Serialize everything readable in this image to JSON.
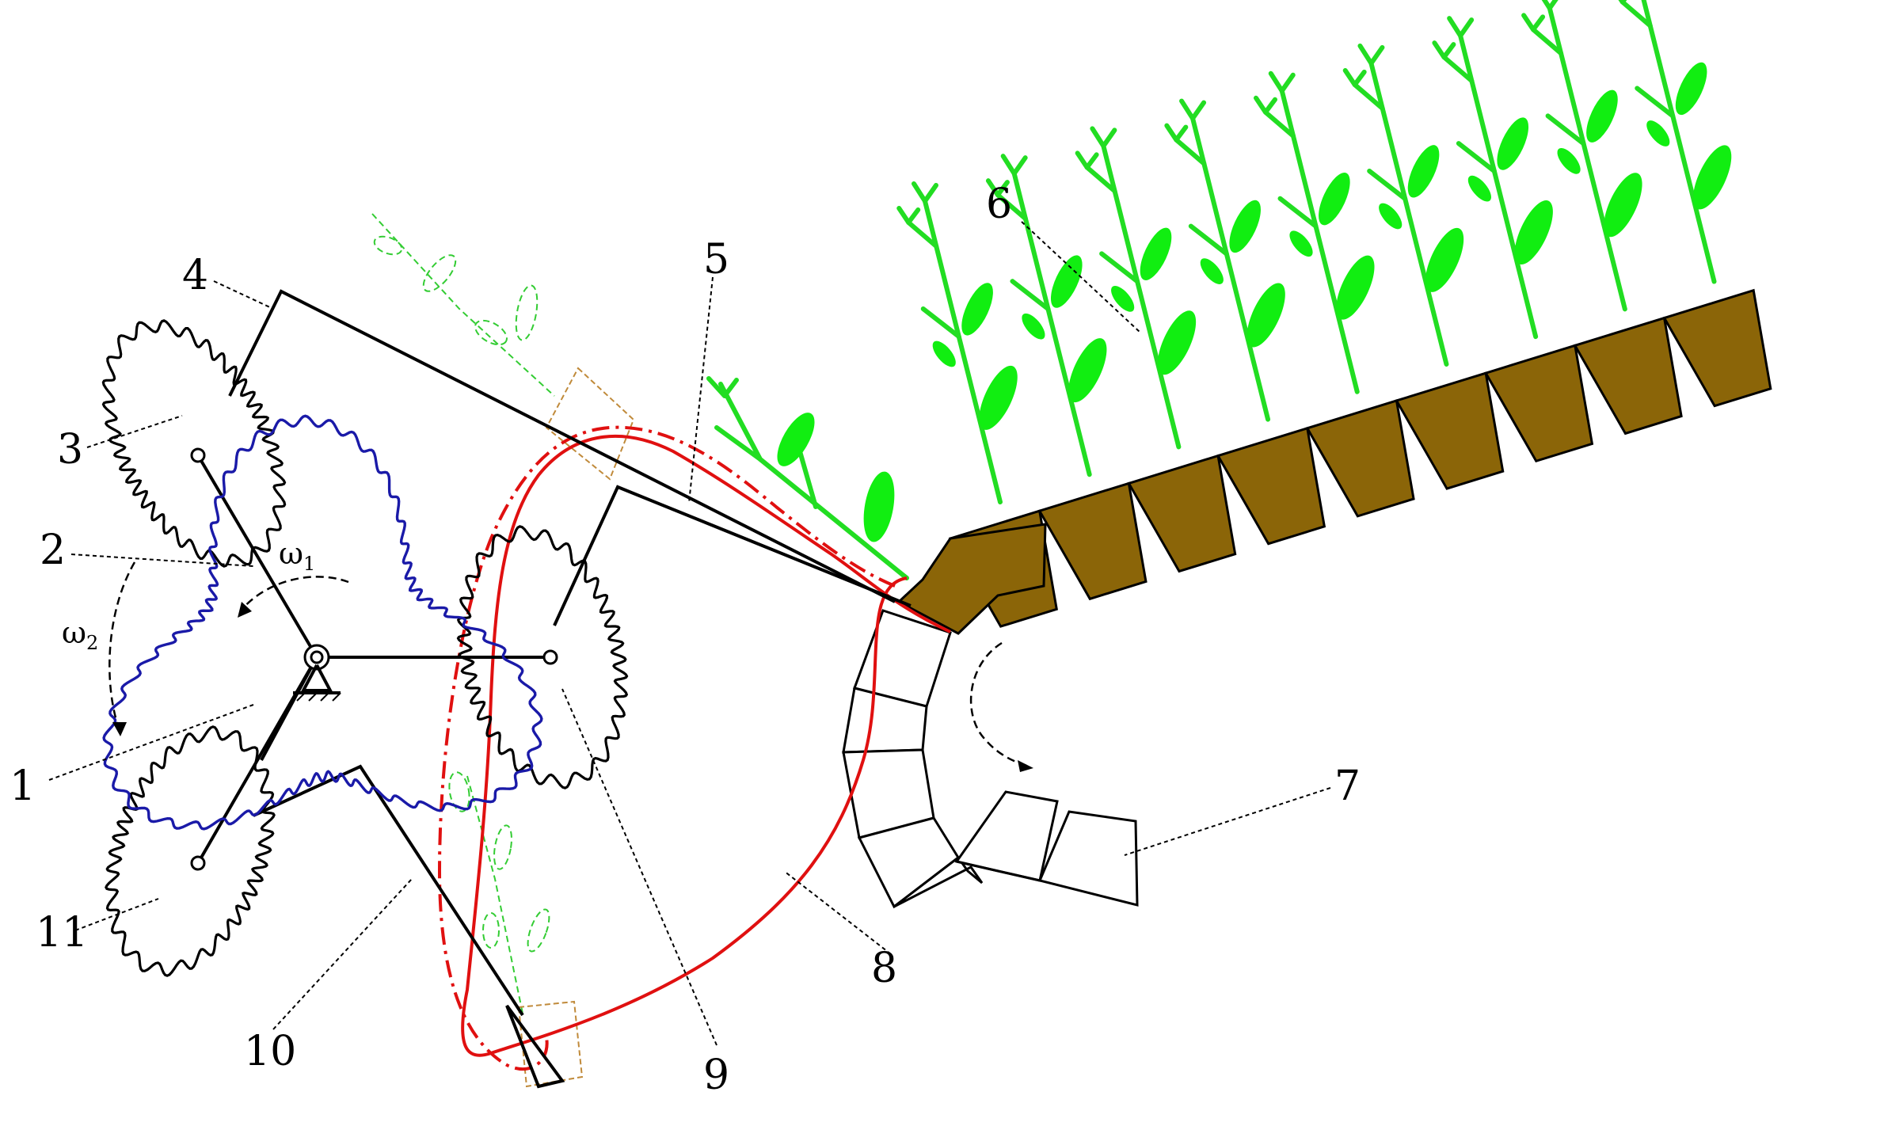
{
  "labels": [
    {
      "id": "label-1",
      "text": "1"
    },
    {
      "id": "label-2",
      "text": "2"
    },
    {
      "id": "label-3",
      "text": "3"
    },
    {
      "id": "label-4",
      "text": "4"
    },
    {
      "id": "label-5",
      "text": "5"
    },
    {
      "id": "label-6",
      "text": "6"
    },
    {
      "id": "label-7",
      "text": "7"
    },
    {
      "id": "label-8",
      "text": "8"
    },
    {
      "id": "label-9",
      "text": "9"
    },
    {
      "id": "label-10",
      "text": "10"
    },
    {
      "id": "label-11",
      "text": "11"
    }
  ],
  "rotation_labels": {
    "omega1": {
      "symbol": "ω",
      "sub": "1"
    },
    "omega2": {
      "symbol": "ω",
      "sub": "2"
    }
  },
  "colors": {
    "gear": "#000000",
    "planet_gear": "#1a1aa8",
    "trajectory": "#e01010",
    "seedling": "#11ee11",
    "pot": "#8b6508"
  }
}
